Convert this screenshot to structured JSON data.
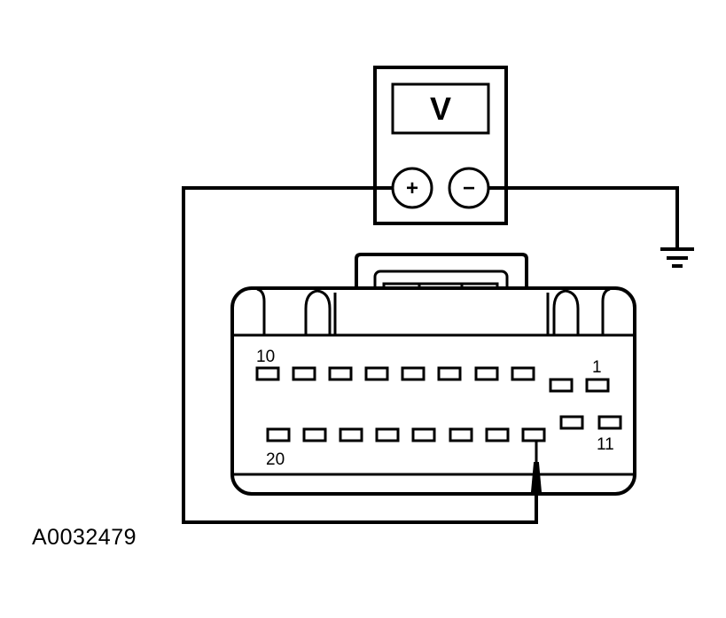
{
  "meter": {
    "display_symbol": "V",
    "positive_symbol": "+",
    "negative_symbol": "−"
  },
  "connector": {
    "pin_labels": {
      "top_left": "10",
      "top_right": "1",
      "bottom_left": "20",
      "bottom_right": "11"
    }
  },
  "figure_id": "A0032479",
  "icons": [
    "voltmeter-icon",
    "ground-symbol-icon",
    "test-probe-icon"
  ],
  "colors": {
    "line": "#000000",
    "background": "#ffffff"
  }
}
